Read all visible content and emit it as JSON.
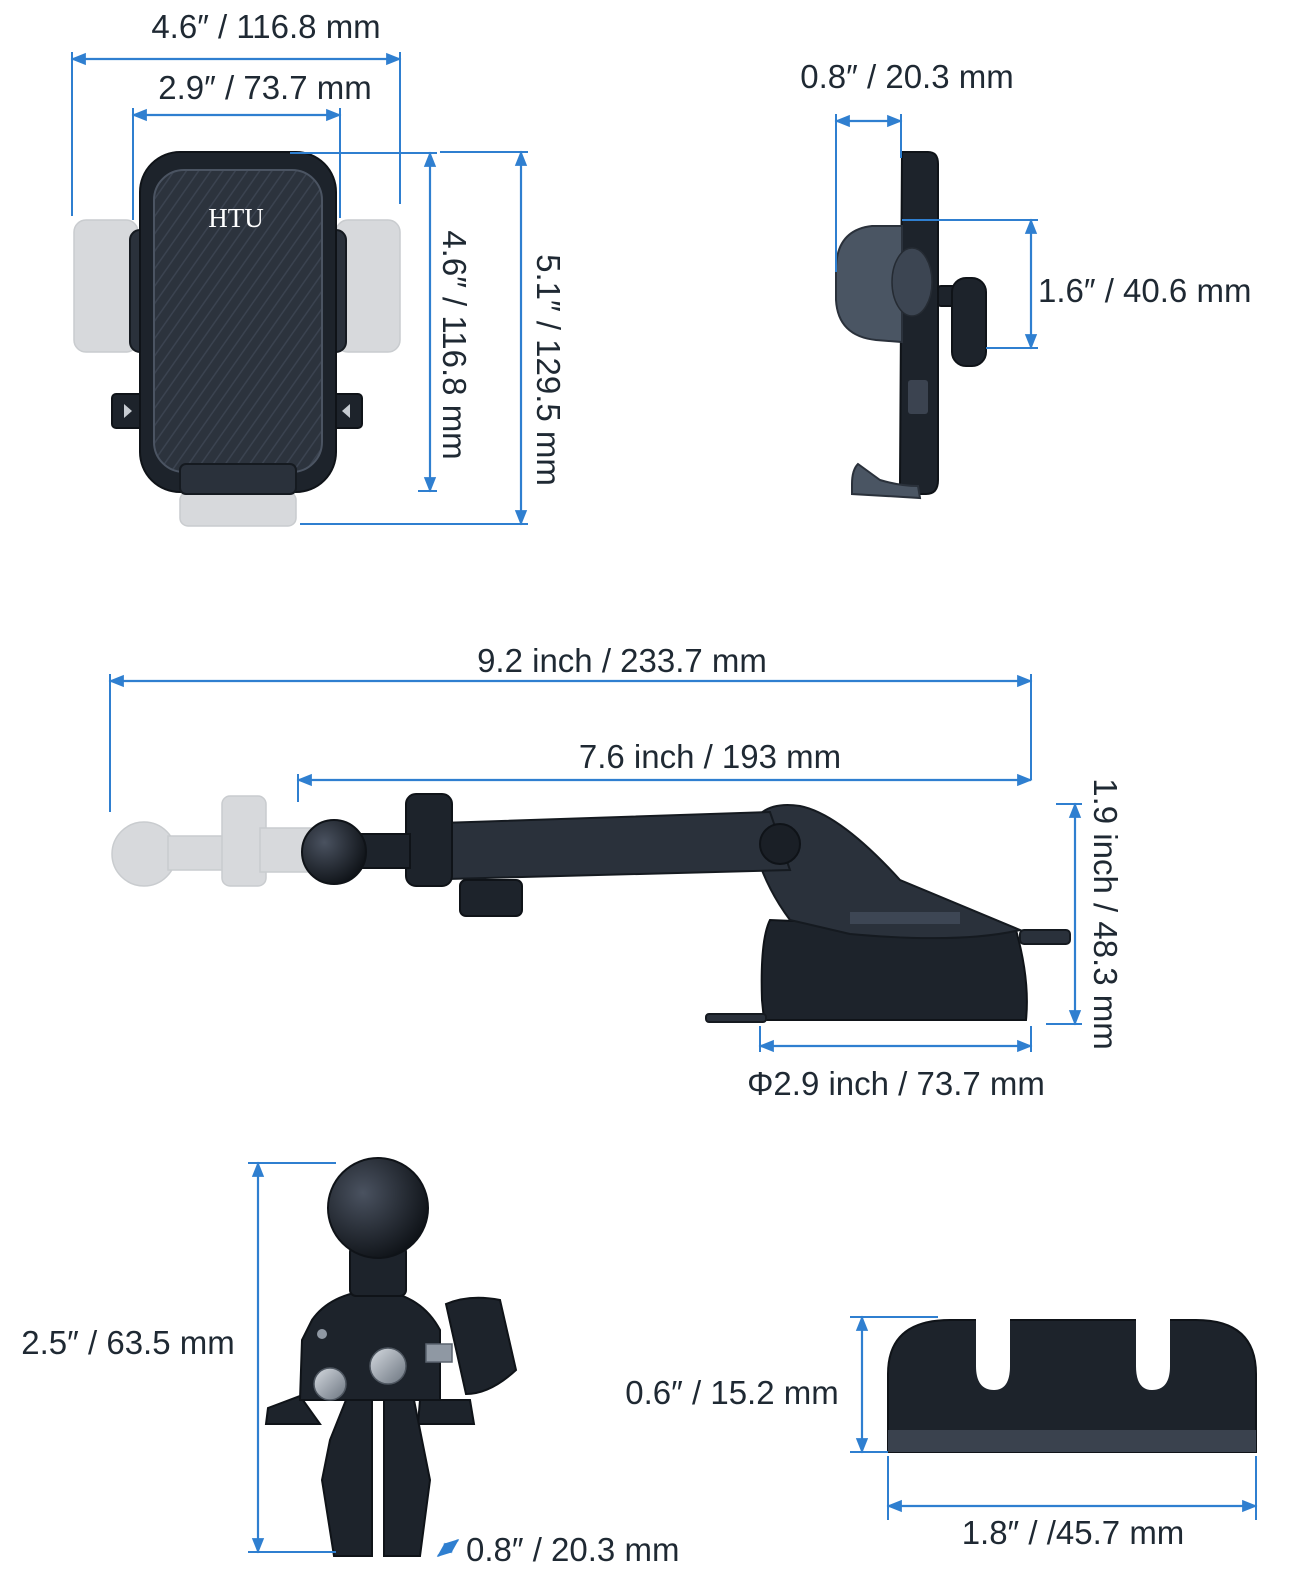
{
  "brand": {
    "logo_text": "HTU"
  },
  "colors": {
    "dimension_line": "#2f7fd0",
    "text": "#1f2933",
    "product_dark": "#2a313b",
    "ghost_part": "#d7d9dc"
  },
  "holder_front": {
    "outer_width": "4.6″ / 116.8 mm",
    "inner_width": "2.9″ / 73.7 mm",
    "inner_height": "4.6″ / 116.8 mm",
    "outer_height": "5.1″ / 129.5 mm"
  },
  "holder_side": {
    "depth": "0.8″ / 20.3 mm",
    "grip_height": "1.6″ / 40.6 mm"
  },
  "arm_mount": {
    "max_length": "9.2 inch / 233.7 mm",
    "min_length": "7.6 inch / 193 mm",
    "height": "1.9 inch / 48.3 mm",
    "base_diameter": "Φ2.9 inch / 73.7 mm"
  },
  "vent_clip": {
    "height": "2.5″ / 63.5 mm",
    "clip_width": "0.8″ / 20.3 mm"
  },
  "cable_clip": {
    "height": "0.6″ / 15.2 mm",
    "width": "1.8″ / /45.7 mm"
  }
}
